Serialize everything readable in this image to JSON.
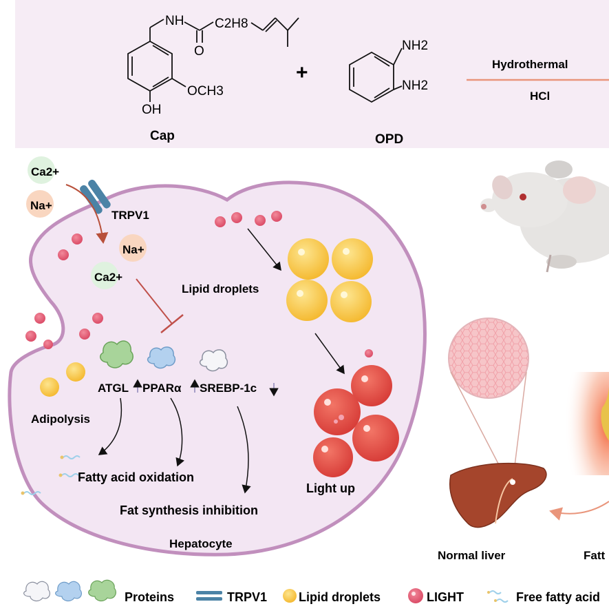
{
  "reaction": {
    "cap_nh": "NH",
    "cap_c2h8": "C2H8",
    "cap_o": "O",
    "cap_och3": "OCH3",
    "cap_oh": "OH",
    "cap_label": "Cap",
    "plus": "+",
    "opd_nh2_top": "NH2",
    "opd_nh2_bottom": "NH2",
    "opd_label": "OPD",
    "condition_top": "Hydrothermal",
    "condition_bottom": "HCl"
  },
  "cell": {
    "ion_ca_out": "Ca2+",
    "ion_na_out": "Na+",
    "ion_na_in": "Na+",
    "ion_ca_in": "Ca2+",
    "channel_label": "TRPV1",
    "lipid_droplets": "Lipid droplets",
    "atgl": "ATGL",
    "pparа": "PPARα",
    "srebp": "SREBP-1c",
    "adipolysis": "Adipolysis",
    "fatty_acid_oxidation": "Fatty acid oxidation",
    "fat_synthesis_inhibition": "Fat synthesis inhibition",
    "light_up": "Light up",
    "hepatocyte": "Hepatocyte"
  },
  "right": {
    "normal_liver": "Normal liver",
    "fatty_liver_partial": "Fatt"
  },
  "legend": {
    "proteins": "Proteins",
    "trpv1": "TRPV1",
    "lipid_droplets": "Lipid droplets",
    "light": "LIGHT",
    "free_fatty_acid": "Free fatty acid"
  },
  "colors": {
    "top_band": "#f6ecf5",
    "cell_fill": "#f3e6f3",
    "cell_border": "#c18fbd",
    "lipid": "#f6c445",
    "light_dot": "#e0546a",
    "light_droplet": "#e04a44",
    "arrow_orange": "#e9957b",
    "inhibit": "#c0504a",
    "channel": "#4b83a6",
    "liver": "#a5452c"
  }
}
